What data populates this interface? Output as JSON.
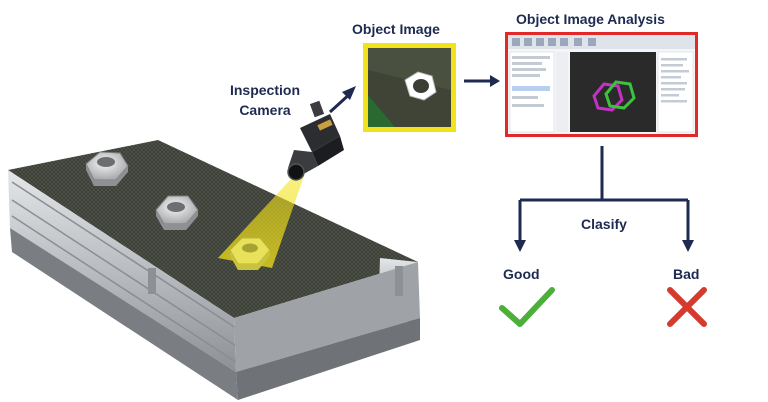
{
  "labels": {
    "camera_line1": "Inspection",
    "camera_line2": "Camera",
    "object_image": "Object Image",
    "analysis": "Object Image Analysis",
    "classify": "Clasify",
    "good": "Good",
    "bad": "Bad"
  },
  "colors": {
    "text": "#1e2a4f",
    "arrow": "#1e2a4f",
    "object_frame": "#f2e21a",
    "analysis_frame": "#e02a2a",
    "good": "#4caf3a",
    "bad": "#d63a2e",
    "beam": "#f2e21a"
  },
  "icons": {
    "good": "check-mark-icon",
    "bad": "cross-mark-icon"
  }
}
